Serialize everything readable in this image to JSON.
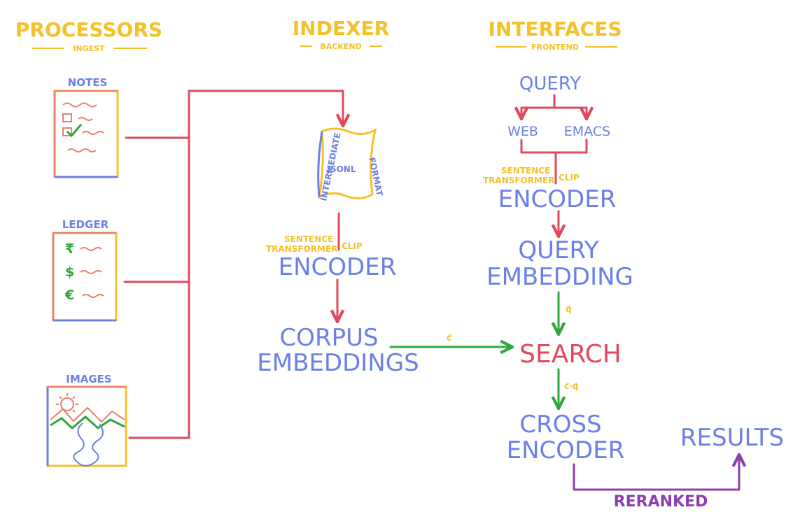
{
  "columns": {
    "processors": {
      "title": "PROCESSORS",
      "subtitle": "INGEST"
    },
    "indexer": {
      "title": "INDEXER",
      "subtitle": "BACKEND"
    },
    "interfaces": {
      "title": "INTERFACES",
      "subtitle": "FRONTEND"
    }
  },
  "processors": {
    "notes": "NOTES",
    "ledger": "LEDGER",
    "images": "IMAGES",
    "ledger_symbols": [
      "₹",
      "$",
      "€"
    ]
  },
  "indexer": {
    "scroll": {
      "left": "INTERMEDIATE",
      "center": "JSONL",
      "right": "FORMAT"
    },
    "encoder_models": {
      "line1": "SENTENCE",
      "line2": "TRANSFORMER",
      "line3": "CLIP"
    },
    "encoder": "ENCODER",
    "corpus": {
      "line1": "CORPUS",
      "line2": "EMBEDDINGS"
    },
    "corpus_vector": "c⃗"
  },
  "interfaces": {
    "query": "QUERY",
    "web": "WEB",
    "emacs": "EMACS",
    "encoder_models": {
      "line1": "SENTENCE",
      "line2": "TRANSFORMER",
      "line3": "CLIP"
    },
    "encoder": "ENCODER",
    "query_embedding": {
      "line1": "QUERY",
      "line2": "EMBEDDING"
    },
    "query_vector": "q⃗",
    "search": "SEARCH",
    "dot_product": "c⃗·q⃗",
    "cross_encoder": {
      "line1": "CROSS",
      "line2": "ENCODER"
    },
    "results": "RESULTS",
    "reranked": "RERANKED"
  },
  "colors": {
    "yellow": "#f5c02a",
    "blue": "#6b7fe6",
    "red": "#e0495c",
    "green": "#2ea83a",
    "purple": "#8e3fae",
    "salmon": "#e8806a"
  }
}
